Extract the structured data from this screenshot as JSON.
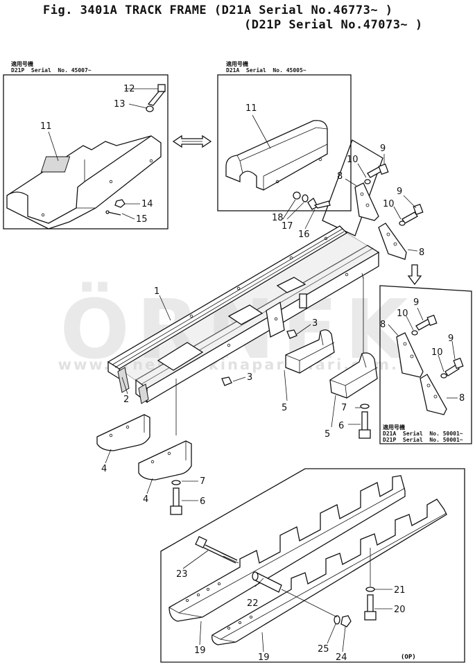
{
  "header": {
    "title_line1": "Fig. 3401A  TRACK FRAME (D21A  Serial No.46773~ )",
    "title_line2": "(D21P  Serial No.47073~ )"
  },
  "notes": {
    "upper_left": "適用号機\nD21P  Serial  No. 45007~",
    "upper_center": "適用号機\nD21A  Serial  No. 45005~",
    "lower_right": "適用号機\nD21A  Serial  No. 50001~\nD21P  Serial  No. 50001~"
  },
  "watermark": {
    "logo": "ÖRNEK",
    "url": "www.orneksmakinaparcalari.com.tr"
  },
  "footer": {
    "op_label": "(OP)"
  },
  "parts": {
    "p1": "1",
    "p2": "2",
    "p3a": "3",
    "p3b": "3",
    "p4a": "4",
    "p4b": "4",
    "p5a": "5",
    "p5b": "5",
    "p6a": "6",
    "p6b": "6",
    "p7a": "7",
    "p7b": "7",
    "p8a": "8",
    "p8b": "8",
    "p8c": "8",
    "p8d": "8",
    "p9a": "9",
    "p9b": "9",
    "p9c": "9",
    "p9d": "9",
    "p10a": "10",
    "p10b": "10",
    "p10c": "10",
    "p10d": "10",
    "p11a": "11",
    "p11b": "11",
    "p12": "12",
    "p13": "13",
    "p14": "14",
    "p15": "15",
    "p16": "16",
    "p17": "17",
    "p18": "18",
    "p19a": "19",
    "p19b": "19",
    "p20": "20",
    "p21": "21",
    "p22": "22",
    "p23": "23",
    "p24": "24",
    "p25": "25"
  }
}
